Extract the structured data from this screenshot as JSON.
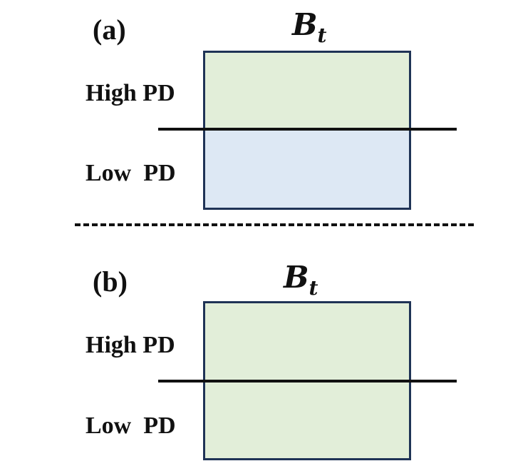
{
  "colors": {
    "border": "#1f3356",
    "green_fill": "#e2eed9",
    "blue_fill": "#dde8f4",
    "line": "#111111"
  },
  "panel_a": {
    "label": "(a)",
    "title_main": "B",
    "title_sub": "t",
    "high_label": "High PD",
    "low_label": "Low  PD",
    "high_fill": "green",
    "low_fill": "blue"
  },
  "panel_b": {
    "label": "(b)",
    "title_main": "B",
    "title_sub": "t",
    "high_label": "High PD",
    "low_label": "Low  PD",
    "high_fill": "green",
    "low_fill": "green"
  }
}
